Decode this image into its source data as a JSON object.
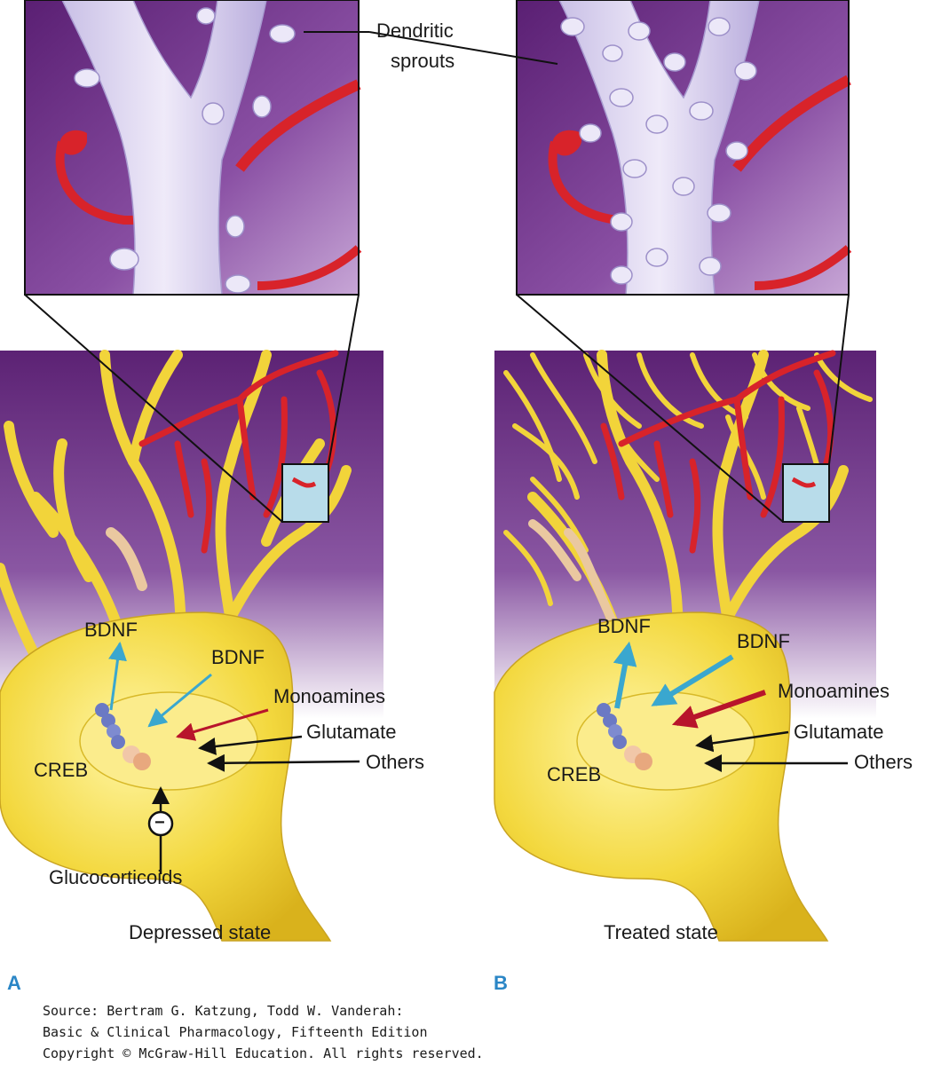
{
  "labels": {
    "dendritic_sprouts_line1": "Dendritic",
    "dendritic_sprouts_line2": "sprouts",
    "a": {
      "bdnf_out": "BDNF",
      "bdnf_in": "BDNF",
      "monoamines": "Monoamines",
      "glutamate": "Glutamate",
      "others": "Others",
      "creb": "CREB",
      "inhibit_symbol": "−",
      "glucocorticoids": "Glucocorticoids",
      "state": "Depressed state"
    },
    "b": {
      "bdnf_out": "BDNF",
      "bdnf_in": "BDNF",
      "monoamines": "Monoamines",
      "glutamate": "Glutamate",
      "others": "Others",
      "creb": "CREB",
      "state": "Treated state"
    }
  },
  "panel_letters": {
    "a": "A",
    "b": "B"
  },
  "source": {
    "line1": "Source: Bertram G. Katzung, Todd W. Vanderah:",
    "line2": "Basic & Clinical Pharmacology, Fifteenth Edition",
    "line3": "Copyright © McGraw-Hill Education. All rights reserved."
  },
  "colors": {
    "background_purple": "#6d2f86",
    "neuron_yellow": "#f2d43a",
    "vessel_red": "#d8232a",
    "dendrite_lavender": "#d8d2ee",
    "arrow_blue": "#3aa7cf",
    "arrow_red": "#b8142b",
    "arrow_black": "#111111"
  }
}
